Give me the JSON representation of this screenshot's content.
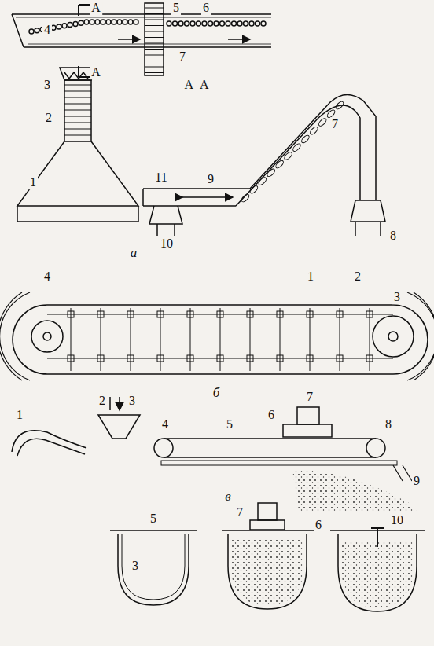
{
  "diagram": {
    "labels": [
      "4",
      "А",
      "5",
      "6",
      "А",
      "3",
      "2",
      "1",
      "7",
      "А–А",
      "7",
      "11",
      "9",
      "10",
      "8",
      "а",
      "4",
      "1",
      "2",
      "3",
      "б",
      "1",
      "2",
      "3",
      "4",
      "5",
      "6",
      "7",
      "8",
      "9",
      "5",
      "3",
      "7",
      "6",
      "10",
      "в"
    ]
  }
}
